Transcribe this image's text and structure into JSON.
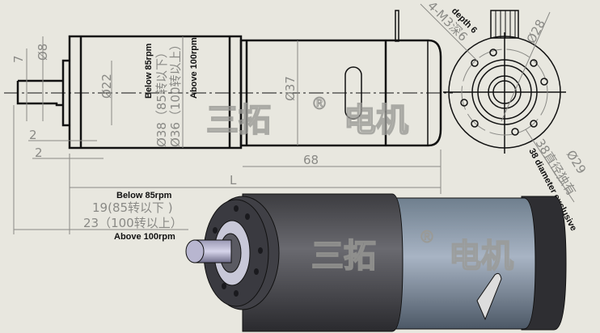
{
  "dimensions": {
    "shaft_len": "7",
    "shaft_dia": "Ø8",
    "boss_dia": "Ø22",
    "step1": "2",
    "step2": "2",
    "body_below_85": "Ø38（85转以下）",
    "body_above_100": "Ø36（100转以上）",
    "below_85rpm": "Below 85rpm",
    "above_100rpm": "Above 100rpm",
    "motor_dia": "Ø37",
    "motor_len": "68",
    "total_len": "L",
    "gear_len_below": "19(85转以下 )",
    "gear_len_above": "23（100转以上）",
    "gear_len_below_en": "Below 85rpm",
    "gear_len_above_en": "Above 100rpm",
    "thread_cn": "4-M3深6",
    "thread_en": "depth 6",
    "pcd": "Ø28",
    "flange_dia": "Ø29",
    "excl_cn": "38直径独有",
    "excl_en": "38 diameter exclusive"
  },
  "watermark": {
    "text_a": "三拓",
    "reg": "®",
    "text_b": "电机"
  },
  "colors": {
    "background": "#e8e7df",
    "line": "#111111",
    "dimension": "#8a8a86"
  }
}
